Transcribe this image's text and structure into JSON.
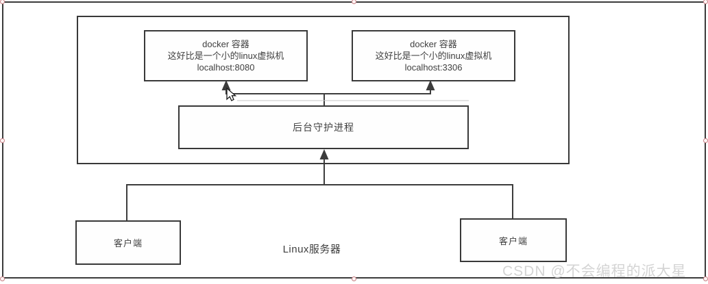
{
  "diagram": {
    "server_label": "Linux服务器",
    "containers": [
      {
        "title": "docker 容器",
        "subtitle": "这好比是一个小的linux虚拟机",
        "address": "localhost:8080"
      },
      {
        "title": "docker 容器",
        "subtitle": "这好比是一个小的linux虚拟机",
        "address": "localhost:3306"
      }
    ],
    "daemon_label": "后台守护进程",
    "clients": [
      {
        "label": "客户端"
      },
      {
        "label": "客户端"
      }
    ]
  },
  "watermark": "CSDN @不会编程的派大星",
  "colors": {
    "line": "#3c3c3c",
    "text": "#3f3f3f",
    "watermark": "#d4d4d4",
    "handle_stroke": "#c77f84"
  }
}
